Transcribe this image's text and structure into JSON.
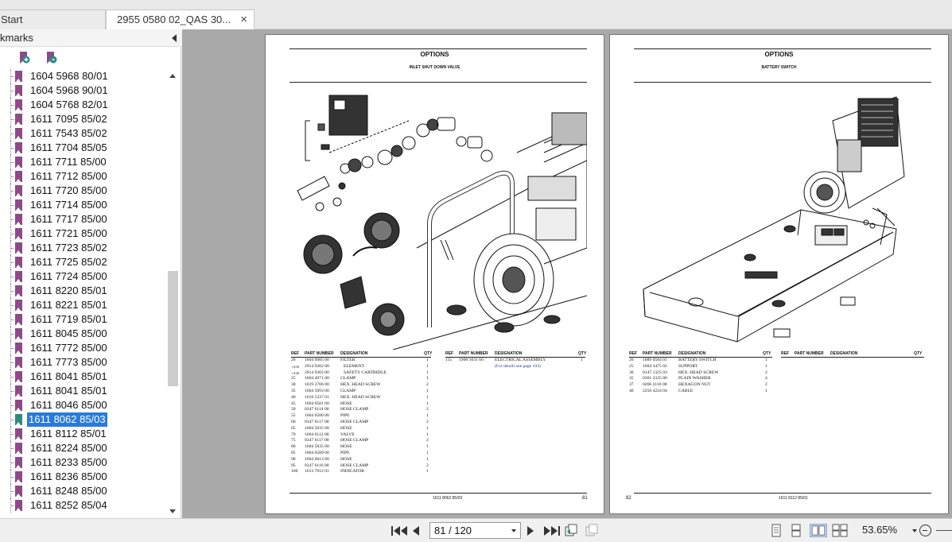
{
  "tabs": [
    {
      "label": "Start",
      "active": false
    },
    {
      "label": "2955 0580 02_QAS 30...",
      "active": true,
      "close": "×"
    }
  ],
  "sidebar": {
    "title": "kmarks",
    "tools": [
      "expand-bookmark-icon",
      "find-bookmark-icon"
    ],
    "items": [
      {
        "label": "1604 5968 80/01"
      },
      {
        "label": "1604 5968 90/01"
      },
      {
        "label": "1604 5768 82/01"
      },
      {
        "label": "1611 7095 85/02"
      },
      {
        "label": "1611 7543 85/02"
      },
      {
        "label": "1611 7704 85/05"
      },
      {
        "label": "1611 7711 85/00"
      },
      {
        "label": "1611 7712 85/00"
      },
      {
        "label": "1611 7720 85/00"
      },
      {
        "label": "1611 7714 85/00"
      },
      {
        "label": "1611 7717 85/00"
      },
      {
        "label": "1611 7721 85/00"
      },
      {
        "label": "1611 7723 85/02"
      },
      {
        "label": "1611 7725 85/02"
      },
      {
        "label": "1611 7724 85/00"
      },
      {
        "label": "1611 8220 85/01"
      },
      {
        "label": "1611 8221 85/01"
      },
      {
        "label": "1611 7719 85/01"
      },
      {
        "label": "1611 8045 85/00"
      },
      {
        "label": "1611 7772 85/00"
      },
      {
        "label": "1611 7773 85/00"
      },
      {
        "label": "1611 8041 85/01"
      },
      {
        "label": "1611 8041 85/01"
      },
      {
        "label": "1611 8046 85/00"
      },
      {
        "label": "1611 8062 85/03",
        "selected": true
      },
      {
        "label": "1611 8112 85/01"
      },
      {
        "label": "1611 8224 85/00"
      },
      {
        "label": "1611 8233 85/00"
      },
      {
        "label": "1611 8236 85/00"
      },
      {
        "label": "1611 8248 85/00"
      },
      {
        "label": "1611 8252 85/04"
      }
    ]
  },
  "pages": {
    "left": {
      "title": "OPTIONS",
      "subtitle": "INLET SHUT DOWN VALVE",
      "table_headers": [
        "REF",
        "PART NUMBER",
        "DESIGNATION",
        "QTY"
      ],
      "rows": [
        {
          "ref": "20",
          "part": "1604 6985 00",
          "desig": "FILTER",
          "qty": "1"
        },
        {
          "ref": "+A10",
          "part": "2914 9302 00",
          "desig": "ELEMENT",
          "qty": "1",
          "indent": true
        },
        {
          "ref": "+A20",
          "part": "2914 9303 00",
          "desig": "SAFETY CARTRIDGE",
          "qty": "1",
          "indent": true
        },
        {
          "ref": "25",
          "part": "1604 4971 00",
          "desig": "CLAMP",
          "qty": "1"
        },
        {
          "ref": "30",
          "part": "1619 2766 00",
          "desig": "HEX. HEAD SCREW",
          "qty": "2"
        },
        {
          "ref": "35",
          "part": "1604 5093 00",
          "desig": "CLAMP",
          "qty": "1"
        },
        {
          "ref": "40",
          "part": "1619 5337 01",
          "desig": "HEX. HEAD SCREW",
          "qty": "1"
        },
        {
          "ref": "45",
          "part": "1604 6581 00",
          "desig": "HOSE",
          "qty": "1"
        },
        {
          "ref": "50",
          "part": "0347 6114 00",
          "desig": "HOSE CLAMP",
          "qty": "2"
        },
        {
          "ref": "55",
          "part": "1604 6580 00",
          "desig": "PIPE",
          "qty": "1"
        },
        {
          "ref": "60",
          "part": "0347 6117 00",
          "desig": "HOSE CLAMP",
          "qty": "2"
        },
        {
          "ref": "65",
          "part": "1604 5035 00",
          "desig": "HOSE",
          "qty": "1"
        },
        {
          "ref": "70",
          "part": "1604 6112 00",
          "desig": "VALVE",
          "qty": "1"
        },
        {
          "ref": "75",
          "part": "0347 6117 00",
          "desig": "HOSE CLAMP",
          "qty": "2"
        },
        {
          "ref": "80",
          "part": "1604 5035 00",
          "desig": "HOSE",
          "qty": "1"
        },
        {
          "ref": "85",
          "part": "1604 6589 00",
          "desig": "PIPE",
          "qty": "1"
        },
        {
          "ref": "90",
          "part": "1604 6613 00",
          "desig": "HOSE",
          "qty": "1"
        },
        {
          "ref": "95",
          "part": "0347 6116 00",
          "desig": "HOSE CLAMP",
          "qty": "2"
        },
        {
          "ref": "100",
          "part": "1613 7912 01",
          "desig": "INDICATOR",
          "qty": "1"
        }
      ],
      "rows2": [
        {
          "ref": "115",
          "part": "1900 1031 66",
          "desig": "ELECTRICAL ASSEMBLY",
          "qty": "1"
        }
      ],
      "note": "(For details see page 103)",
      "footer": "1611 8062 85/03",
      "page_number": "81"
    },
    "right": {
      "title": "OPTIONS",
      "subtitle": "BATTERY SWITCH",
      "table_headers": [
        "REF",
        "PART NUMBER",
        "DESIGNATION",
        "QTY"
      ],
      "rows": [
        {
          "ref": "20",
          "part": "1089 0584 01",
          "desig": "BATTERY SWITCH",
          "qty": "1"
        },
        {
          "ref": "25",
          "part": "1604 3475 02",
          "desig": "SUPPORT",
          "qty": "1"
        },
        {
          "ref": "30",
          "part": "0147 1325 03",
          "desig": "HEX. HEAD SCREW",
          "qty": "2"
        },
        {
          "ref": "35",
          "part": "0301 2335 00",
          "desig": "PLAIN WASHER",
          "qty": "4"
        },
        {
          "ref": "37",
          "part": "0266 2110 00",
          "desig": "HEXAGON NUT",
          "qty": "2"
        },
        {
          "ref": "40",
          "part": "2250 4224 04",
          "desig": "CABLE",
          "qty": "1"
        }
      ],
      "footer": "1611 8112 85/01",
      "page_number": "82"
    }
  },
  "status": {
    "page_field": "81 / 120",
    "zoom": "53.65%"
  }
}
